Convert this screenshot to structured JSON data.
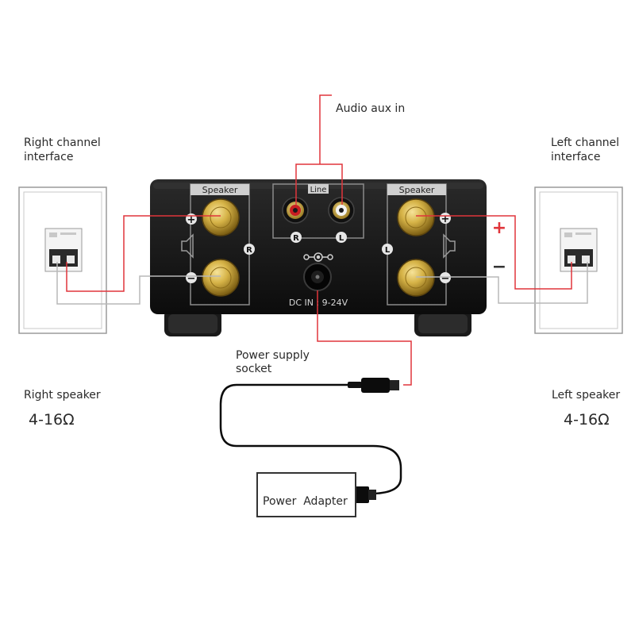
{
  "labels": {
    "audio_aux_in": "Audio aux in",
    "right_channel_1": "Right channel",
    "right_channel_2": "interface",
    "left_channel_1": "Left channel",
    "left_channel_2": "interface",
    "power_supply_1": "Power supply",
    "power_supply_2": "socket",
    "right_speaker": "Right speaker",
    "left_speaker": "Left speaker",
    "right_impedance": "4-16Ω",
    "left_impedance": "4-16Ω",
    "power_adapter": "Power  Adapter"
  },
  "amplifier": {
    "speaker_panel_left": "Speaker",
    "speaker_panel_right": "Speaker",
    "line_panel": "Line",
    "channel_r": "R",
    "channel_l": "L",
    "line_r": "R",
    "line_l": "L",
    "plus": "+",
    "minus": "−",
    "dc_in": "DC IN : 9-24V"
  },
  "polarity": {
    "plus": "+",
    "minus": "−"
  },
  "colors": {
    "wire_positive": "#e0353b",
    "wire_negative": "#b8b8b8",
    "amp_body": "#161616",
    "brass": "#c9a53a",
    "panel_line": "#8a8a8a"
  }
}
